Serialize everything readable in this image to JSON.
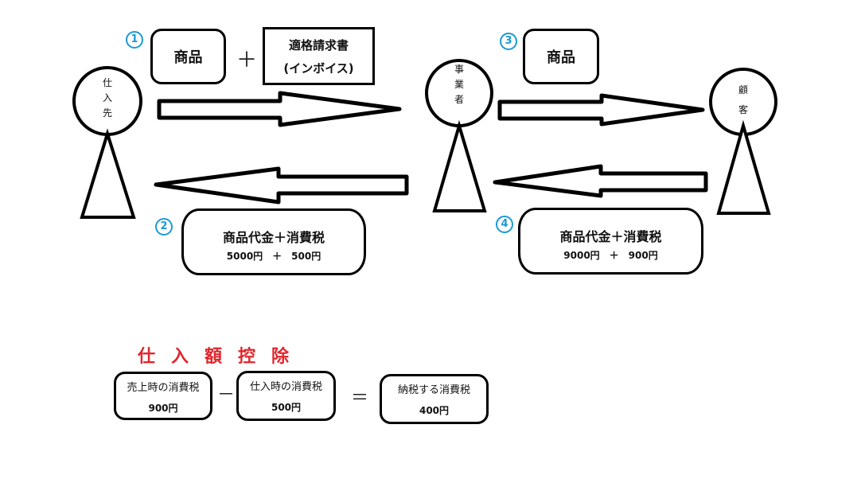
{
  "actors": {
    "supplier": {
      "label": [
        "仕",
        "入",
        "先"
      ]
    },
    "business": {
      "label": [
        "事",
        "業",
        "者"
      ]
    },
    "customer": {
      "label": [
        "顧",
        "客"
      ]
    }
  },
  "steps": {
    "step1": {
      "number": "1",
      "goods": "商品",
      "plus": "＋",
      "invoice_line1": "適格請求書",
      "invoice_line2": "(インボイス)"
    },
    "step2": {
      "number": "2",
      "title": "商品代金＋消費税",
      "amounts": "5000円　＋　500円"
    },
    "step3": {
      "number": "3",
      "goods": "商品"
    },
    "step4": {
      "number": "4",
      "title": "商品代金＋消費税",
      "amounts": "9000円　＋　900円"
    }
  },
  "deduction": {
    "title": "仕入額控除",
    "sales_tax": {
      "label": "売上時の消費税",
      "value": "900円"
    },
    "minus": "－",
    "purchase_tax": {
      "label": "仕入時の消費税",
      "value": "500円"
    },
    "equals": "＝",
    "payable_tax": {
      "label": "納税する消費税",
      "value": "400円"
    }
  },
  "colors": {
    "number_accent": "#1a9ad6",
    "title_red": "#e0262c"
  }
}
